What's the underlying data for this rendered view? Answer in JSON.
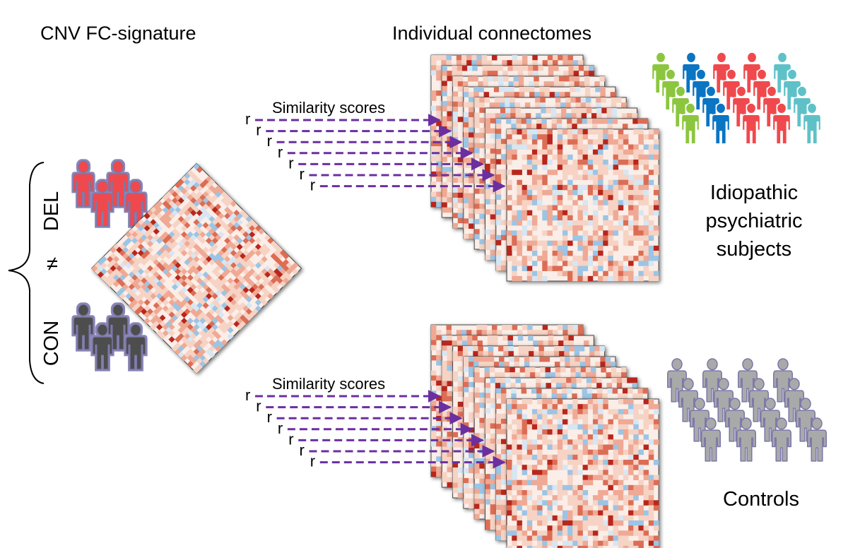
{
  "labels": {
    "signature_title": "CNV FC-signature",
    "connectomes_title": "Individual connectomes",
    "del": "DEL",
    "neq": "≠",
    "con": "CON",
    "similarity_top": "Similarity scores",
    "similarity_bottom": "Similarity scores",
    "r": "r",
    "idiopathic": [
      "Idiopathic",
      "psychiatric",
      "subjects"
    ],
    "controls": "Controls"
  },
  "colors": {
    "del_people": "#f0494d",
    "con_people": "#4d4d4d",
    "control_people": "#a9a9a9",
    "arrow": "#6b2fa0",
    "matrix_warm": "#c0301f",
    "matrix_cool": "#4a90c8",
    "idiopathic_palette": [
      "#8cc63f",
      "#f0494d",
      "#111111",
      "#0a75c2",
      "#5fc1c8",
      "#f7931e",
      "#f0494d",
      "#111111"
    ]
  },
  "icons": {
    "del_group": "person-group-icon",
    "con_group": "person-group-icon",
    "idiopathic_crowd": "person-crowd-icon",
    "controls_crowd": "person-crowd-icon",
    "brace": "curly-brace-icon",
    "arrows": "dashed-arrow-icon",
    "matrices": "connectivity-matrix-icon"
  }
}
